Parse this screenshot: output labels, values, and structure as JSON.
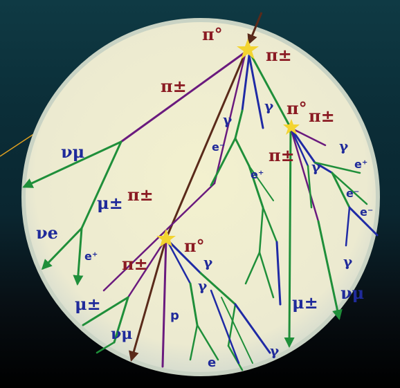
{
  "colors": {
    "background_top": "#0f3a44",
    "background_bottom": "#000000",
    "disc_fill": "#eeecc4",
    "disc_rim": "#cfd8c8",
    "label_red": "#8a1a22",
    "label_blue": "#1f2a9a",
    "track_purple": "#6a1a7e",
    "track_green": "#1f8f3a",
    "track_blue": "#1f2aa5",
    "track_brown": "#5a2a1a",
    "star": "#f3d430",
    "pointer_line": "#e0a020"
  },
  "labels": {
    "pi0_top": "π°",
    "pipm_top_right": "π±",
    "pipm_upper_left": "π±",
    "gamma_top_1": "γ",
    "gamma_top_2": "γ",
    "pi0_right": "π°",
    "pipm_right": "π±",
    "e_minus_mid": "e⁻",
    "e_plus_mid": "e⁺",
    "pipm_right_lower": "π±",
    "gamma_right_1": "γ",
    "gamma_right_2": "γ",
    "e_plus_right": "e⁺",
    "e_minus_right_1": "e⁻",
    "e_minus_right_2": "e⁻",
    "nu_mu_left": "νμ",
    "mupm_left": "μ±",
    "pipm_left": "π±",
    "nu_e": "νe",
    "e_plus_left": "e⁺",
    "pi0_center": "π°",
    "pipm_center": "π±",
    "gamma_center_1": "γ",
    "gamma_center_2": "γ",
    "p": "p",
    "e_minus_bottom": "e",
    "gamma_bottom": "γ",
    "mupm_bottom_left": "μ±",
    "nu_mu_bottom": "νμ",
    "mupm_bottom_right": "μ±",
    "nu_right": "νμ",
    "gamma_far_right": "γ"
  }
}
